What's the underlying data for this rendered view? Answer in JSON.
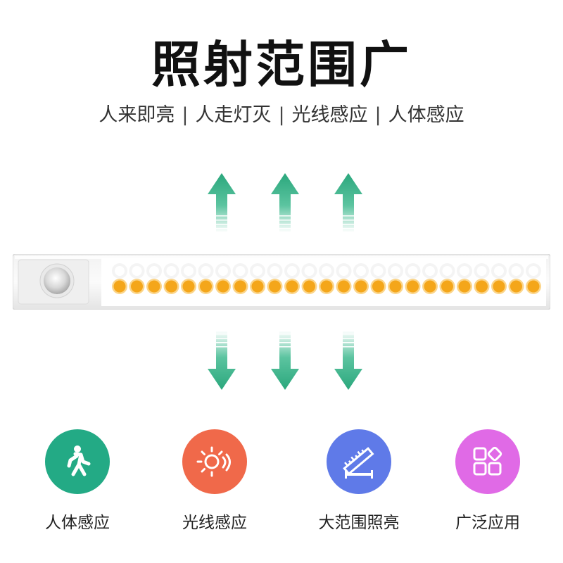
{
  "header": {
    "title": "照射范围广",
    "subtitle_parts": [
      "人来即亮",
      "人走灯灭",
      "光线感应",
      "人体感应"
    ],
    "separator": "|"
  },
  "colors": {
    "arrow_green": "#2aa77c",
    "led_amber": "#f4a61a",
    "human_sensor": "#23aa85",
    "light_sensor": "#f0694a",
    "wide_range": "#5f7ae8",
    "wide_use": "#e06ae6"
  },
  "product": {
    "led_count": 25,
    "arrows_up": 3,
    "arrows_down": 3
  },
  "features": [
    {
      "label": "人体感应",
      "icon": "walking-person-icon"
    },
    {
      "label": "光线感应",
      "icon": "sun-icon"
    },
    {
      "label": "大范围照亮",
      "icon": "ruler-icon"
    },
    {
      "label": "广泛应用",
      "icon": "apps-grid-icon"
    }
  ]
}
